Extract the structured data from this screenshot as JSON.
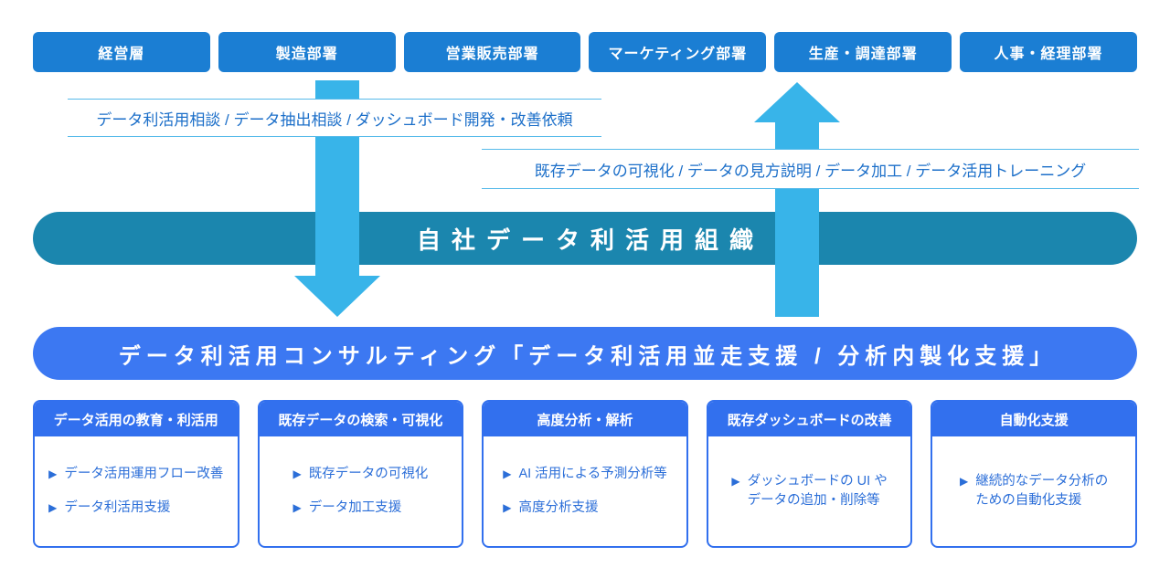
{
  "departments": [
    "経営層",
    "製造部署",
    "営業販売部署",
    "マーケティング部署",
    "生産・調達部署",
    "人事・経理部署"
  ],
  "flows": {
    "request_label": "データ利活用相談 / データ抽出相談 / ダッシュボード開発・改善依頼",
    "delivery_label": "既存データの可視化 / データの見方説明 / データ加工 / データ活用トレーニング"
  },
  "org_bar": {
    "label": "自社データ利活用組織"
  },
  "consulting_bar": {
    "label": "データ利活用コンサルティング「データ利活用並走支援 / 分析内製化支援」"
  },
  "bullet_glyph": "▶",
  "services": [
    {
      "title": "データ活用の教育・利活用",
      "items": [
        "データ活用運用フロー改善",
        "データ利活用支援"
      ]
    },
    {
      "title": "既存データの検索・可視化",
      "items": [
        "既存データの可視化",
        "データ加工支援"
      ]
    },
    {
      "title": "高度分析・解析",
      "items": [
        "AI 活用による予測分析等",
        "高度分析支援"
      ]
    },
    {
      "title": "既存ダッシュボードの改善",
      "items": [
        "ダッシュボードの UI や\nデータの追加・削除等"
      ]
    },
    {
      "title": "自動化支援",
      "items": [
        "継続的なデータ分析の\nための自動化支援"
      ]
    }
  ],
  "colors": {
    "dept_blue": "#1b7ed3",
    "arrow_blue": "#38b4e9",
    "org_teal": "#1b86ae",
    "consult_blue": "#3c78f2",
    "service_blue": "#3270ee",
    "flow_text_blue": "#1c6fc9",
    "flow_line_blue": "#56baea",
    "bullet_blue": "#2b6ed8"
  }
}
